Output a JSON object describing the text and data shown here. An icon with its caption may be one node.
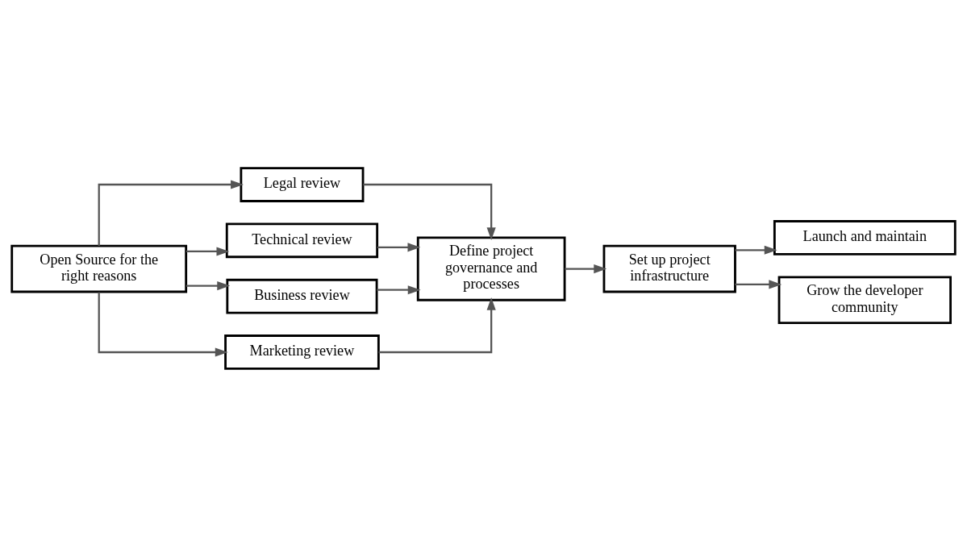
{
  "diagram": {
    "nodes": [
      {
        "text": [
          "Open Source for the right reasons"
        ]
      },
      {
        "text": [
          "Legal review"
        ]
      },
      {
        "text": [
          "Technical review"
        ]
      },
      {
        "text": [
          "Business review"
        ]
      },
      {
        "text": [
          "Marketing review"
        ]
      },
      {
        "text": [
          "Define project governance and processes"
        ]
      },
      {
        "text": [
          "Set up project infrastructure"
        ]
      },
      {
        "text": [
          "Launch and maintain"
        ]
      },
      {
        "text": [
          "Grow the developer community"
        ]
      }
    ],
    "edges": [
      {
        "from": 0,
        "to": 1,
        "arrow": "to"
      },
      {
        "from": 0,
        "to": 2,
        "arrow": "to"
      },
      {
        "from": 0,
        "to": 3,
        "arrow": "to"
      },
      {
        "from": 0,
        "to": 4,
        "arrow": "to"
      },
      {
        "from": 1,
        "to": 5,
        "arrow": "to"
      },
      {
        "from": 2,
        "to": 5,
        "arrow": "to"
      },
      {
        "from": 3,
        "to": 5,
        "arrow": "to"
      },
      {
        "from": 4,
        "to": 5,
        "arrow": "to"
      },
      {
        "from": 5,
        "to": 6,
        "arrow": "to"
      },
      {
        "from": 6,
        "to": 7,
        "arrow": "to"
      },
      {
        "from": 6,
        "to": 8,
        "arrow": "to"
      }
    ]
  }
}
